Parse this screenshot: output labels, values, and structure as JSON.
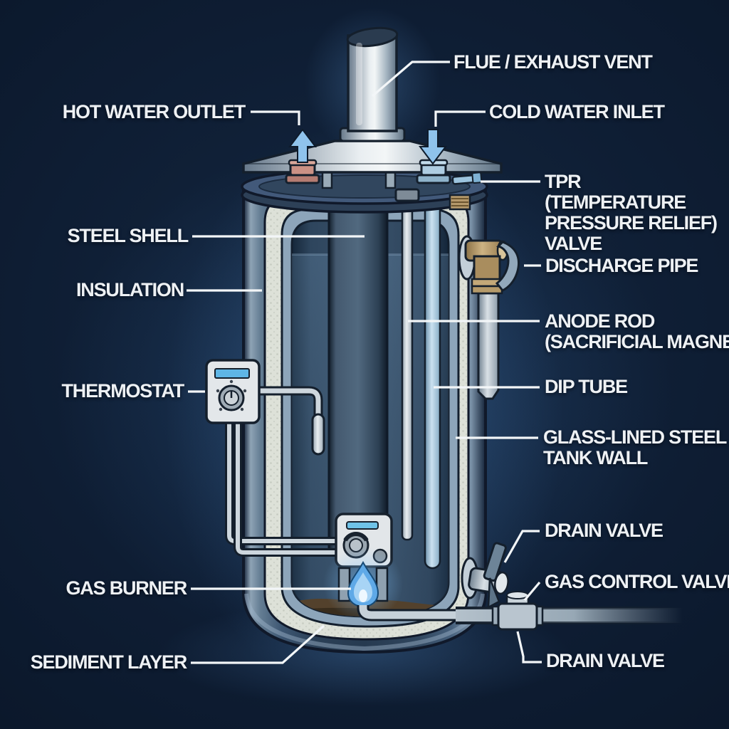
{
  "diagram": {
    "labels": {
      "flue": "FLUE / EXHAUST VENT",
      "hot_water_outlet": "HOT WATER OUTLET",
      "cold_water_inlet": "COLD WATER INLET",
      "tpr": [
        "TPR",
        "(TEMPERATURE",
        "PRESSURE RELIEF)",
        "VALVE"
      ],
      "discharge_pipe": "DISCHARGE PIPE",
      "steel_shell": "STEEL SHELL",
      "insulation": "INSULATION",
      "anode_rod": [
        "ANODE ROD",
        "(SACRIFICIAL MAGNESIUM)"
      ],
      "dip_tube": "DIP TUBE",
      "thermostat": "THERMOSTAT",
      "glass_lined": [
        "GLASS-LINED STEEL",
        "TANK WALL"
      ],
      "drain_valve_upper": "DRAIN VALVE",
      "gas_burner": "GAS BURNER",
      "gas_control_valve": "GAS CONTROL VALVE",
      "sediment_layer": "SEDIMENT LAYER",
      "drain_valve_lower": "DRAIN VALVE"
    },
    "colors": {
      "background": "#0e1d33",
      "label_text": "#eef1f4",
      "leader_line": "#f3f6f8",
      "arrow_blue": "#8fc3ec",
      "flame_blue": "#5fa9e7",
      "insulation_gray": "#dde1d8",
      "shell_blue": "#2b4057",
      "tank_wall": "#8da5ba",
      "brass": "#b5996b",
      "hot_fitting": "#cb9185",
      "cold_fitting": "#aecde2",
      "sediment_brown": "#53412c"
    }
  }
}
